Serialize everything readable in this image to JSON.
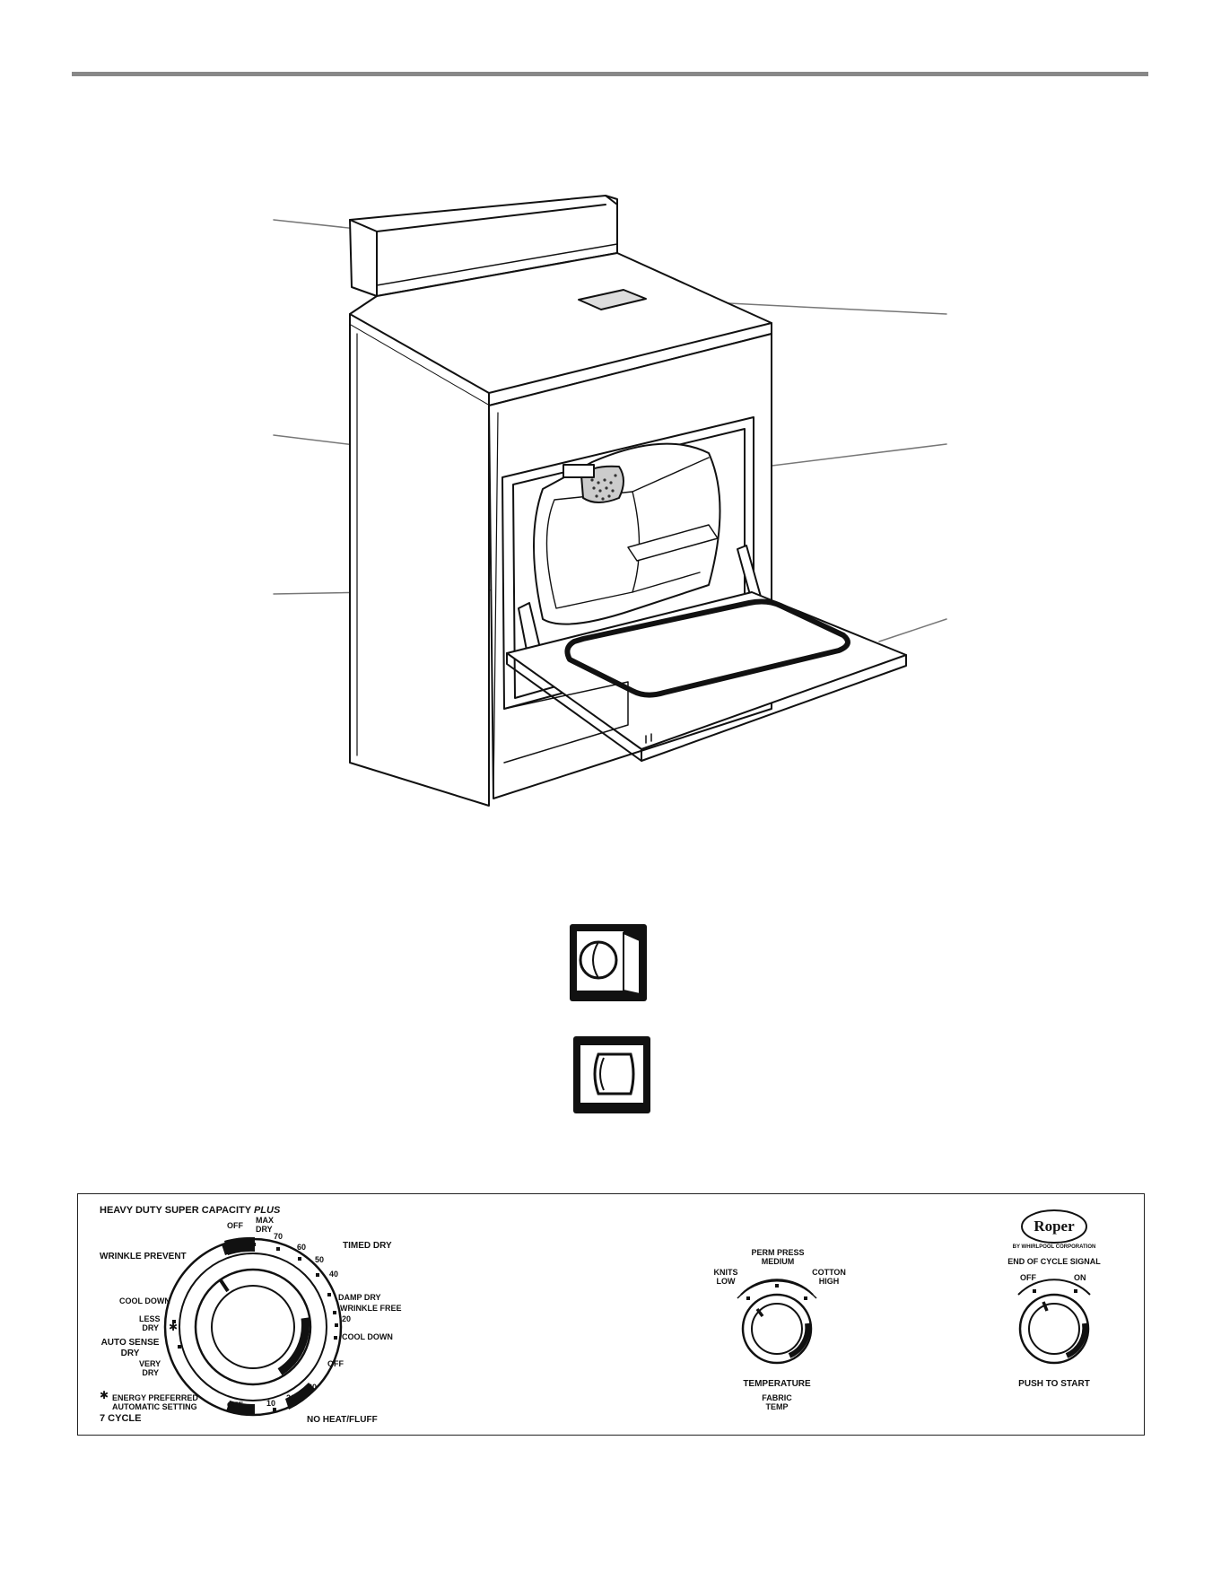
{
  "panel": {
    "model_prefix": "HEAVY DUTY  SUPER CAPACITY ",
    "model_suffix": "PLUS",
    "cycle_count": "7 CYCLE",
    "brand": "Roper",
    "brand_sub": "BY WHIRLPOOL CORPORATION",
    "energy_note_line1": "ENERGY PREFERRED",
    "energy_note_line2": "AUTOMATIC SETTING",
    "cycle_dial": {
      "timed_dry": "TIMED DRY",
      "off_top": "OFF",
      "max_dry_1": "MAX",
      "max_dry_2": "DRY",
      "t70": "70",
      "t60": "60",
      "t50": "50",
      "t40": "40",
      "damp_dry": "DAMP DRY",
      "wrinkle_free": "WRINKLE FREE",
      "t20": "20",
      "cool_down_right": "COOL DOWN",
      "off_right": "OFF",
      "t30": "30",
      "b20": "20",
      "b10": "10",
      "off_bottom": "OFF",
      "no_heat_fluff": "NO HEAT/FLUFF",
      "wrinkle_prevent": "WRINKLE PREVENT",
      "cool_down_left": "COOL DOWN",
      "less_dry_1": "LESS",
      "less_dry_2": "DRY",
      "auto_sense_1": "AUTO SENSE",
      "auto_sense_2": "DRY",
      "very_dry_1": "VERY",
      "very_dry_2": "DRY"
    },
    "temperature_dial": {
      "perm_press_1": "PERM PRESS",
      "perm_press_2": "MEDIUM",
      "knits_1": "KNITS",
      "knits_2": "LOW",
      "cotton_1": "COTTON",
      "cotton_2": "HIGH",
      "label": "TEMPERATURE",
      "sub_1": "FABRIC",
      "sub_2": "TEMP"
    },
    "signal_dial": {
      "title": "END OF CYCLE SIGNAL",
      "off": "OFF",
      "on": "ON",
      "label": "PUSH TO START"
    }
  },
  "icons": [
    "dryer-door-open-icon",
    "dryer-door-closed-icon"
  ]
}
